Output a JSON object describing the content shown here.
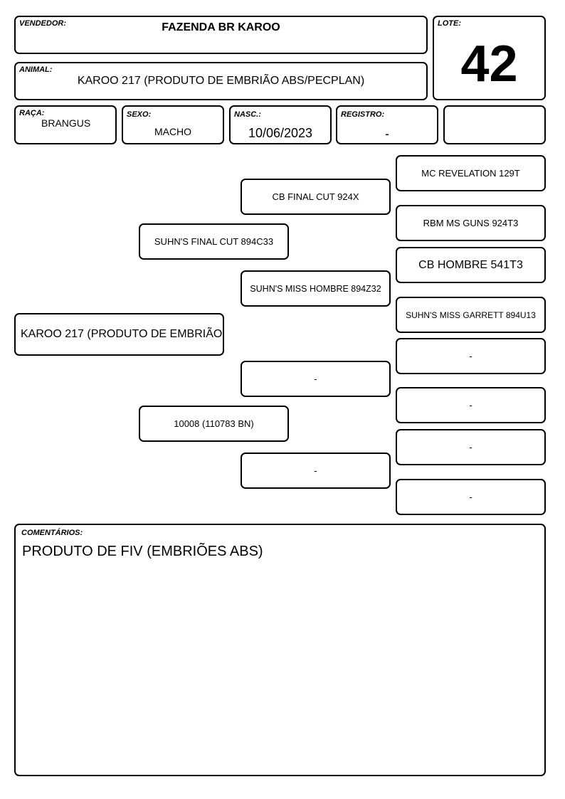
{
  "header": {
    "vendedor": {
      "label": "VENDEDOR:",
      "value": "FAZENDA BR KAROO"
    },
    "lote": {
      "label": "LOTE:",
      "value": "42"
    },
    "animal": {
      "label": "ANIMAL:",
      "value": "KAROO 217 (PRODUTO DE EMBRIÃO ABS/PECPLAN)"
    },
    "raca": {
      "label": "RAÇA:",
      "value": "BRANGUS"
    },
    "sexo": {
      "label": "SEXO:",
      "value": "MACHO"
    },
    "nasc": {
      "label": "NASC.:",
      "value": "10/06/2023"
    },
    "registro": {
      "label": "REGISTRO:",
      "value": "-"
    }
  },
  "pedigree": {
    "animal": "KAROO 217 (PRODUTO DE EMBRIÃO",
    "sire": "SUHN'S FINAL CUT 894C33",
    "dam": "10008 (110783 BN)",
    "sire_sire": "CB FINAL CUT 924X",
    "sire_dam": "SUHN'S MISS HOMBRE 894Z32",
    "dam_sire": "-",
    "dam_dam": "-",
    "gg": [
      "MC REVELATION 129T",
      "RBM MS GUNS 924T3",
      "CB HOMBRE 541T3",
      "SUHN'S MISS GARRETT 894U13",
      "-",
      "-",
      "-",
      "-"
    ]
  },
  "comments": {
    "label": "COMENTÁRIOS:",
    "text": "PRODUTO DE FIV (EMBRIÕES ABS)"
  }
}
